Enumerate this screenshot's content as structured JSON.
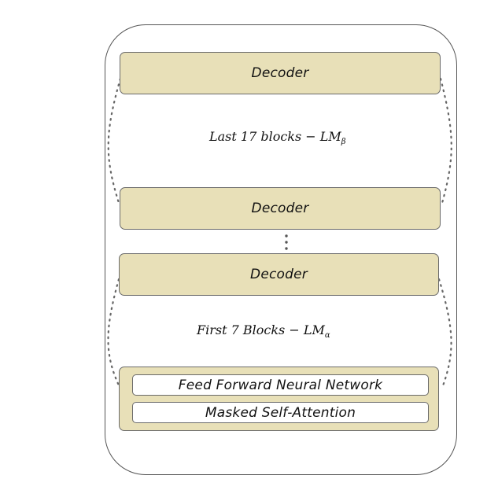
{
  "top_decoder": {
    "label": "Decoder"
  },
  "beta_group": {
    "label_main": "Last 17 blocks − LM",
    "label_sub": "β"
  },
  "mid_decoder": {
    "label": "Decoder"
  },
  "lower_decoder": {
    "label": "Decoder"
  },
  "alpha_group": {
    "label_main": "First 7 Blocks − LM",
    "label_sub": "α"
  },
  "bottom_block": {
    "ffn_label": "Feed Forward Neural Network",
    "attention_label": "Masked Self-Attention"
  },
  "colors": {
    "block_fill": "#e8e0b8",
    "border": "#6a6a6a"
  }
}
